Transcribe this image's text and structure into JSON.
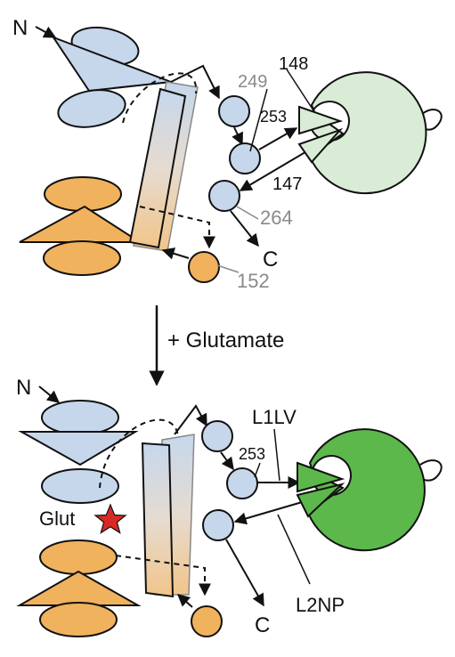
{
  "top_panel": {
    "n_terminus": "N",
    "c_terminus": "C",
    "residue_249": "249",
    "residue_148": "148",
    "residue_253": "253",
    "residue_147": "147",
    "residue_264": "264",
    "residue_152": "152"
  },
  "transition": {
    "label": "+ Glutamate"
  },
  "bottom_panel": {
    "n_terminus": "N",
    "c_terminus": "C",
    "loop_l1lv": "L1LV",
    "residue_253": "253",
    "ligand": "Glut",
    "loop_l2np": "L2NP"
  },
  "colors": {
    "blue_lobe": "#c6d7ec",
    "orange_lobe": "#f1b25d",
    "domain_inactive": "#d9ecd5",
    "domain_active": "#5cb84a",
    "star": "#d82a24"
  }
}
